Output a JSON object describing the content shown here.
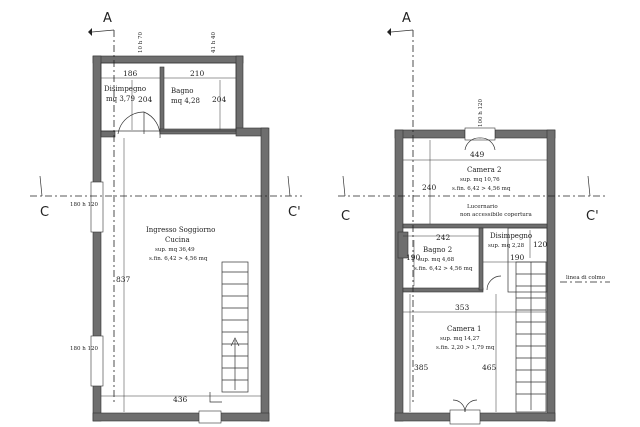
{
  "sections": {
    "a_left": "A",
    "a_right": "A",
    "c_left_1": "C",
    "c_left_2": "C'",
    "c_right_1": "C",
    "c_right_2": "C'"
  },
  "ground_floor": {
    "disimpegno": {
      "name": "Disimpegno",
      "area": "mq 3,79"
    },
    "bagno": {
      "name": "Bagno",
      "area": "mq 4,28"
    },
    "living": {
      "name": "Ingresso Soggiorno",
      "name2": "Cucina",
      "area": "sup. mq 36,49",
      "fin": "s.fin. 6,42 > 4,56 mq"
    },
    "dims": {
      "d186": "186",
      "d210": "210",
      "d204a": "204",
      "d204b": "204",
      "d837": "837",
      "d436": "436",
      "top_win1": "10 h 70",
      "top_win2": "41 h 40",
      "side_win1": "180 h 120",
      "side_win2": "180 h 120"
    }
  },
  "first_floor": {
    "camera2": {
      "name": "Camera 2",
      "area": "sup. mq 10,76",
      "fin": "s.fin. 6,42 > 4,56 mq"
    },
    "lucernario": {
      "name": "Lucernario",
      "note": "non accessibile copertura"
    },
    "bagno2": {
      "name": "Bagno 2",
      "area": "sup. mq 4,68",
      "fin": "s.fin. 6,42 > 4,56 mq"
    },
    "disimpegno": {
      "name": "Disimpegno",
      "area": "sup. mq 2,28"
    },
    "camera1": {
      "name": "Camera 1",
      "area": "sup. mq 14,27",
      "fin": "s.fin. 2,20 > 1,79 mq"
    },
    "linea_colmo": "linea di colmo",
    "dims": {
      "d449": "449",
      "d240": "240",
      "d242": "242",
      "d190a": "190",
      "d190b": "190",
      "d120": "120",
      "d353": "353",
      "d385": "385",
      "d465": "465",
      "top_win": "100 h 120"
    }
  }
}
